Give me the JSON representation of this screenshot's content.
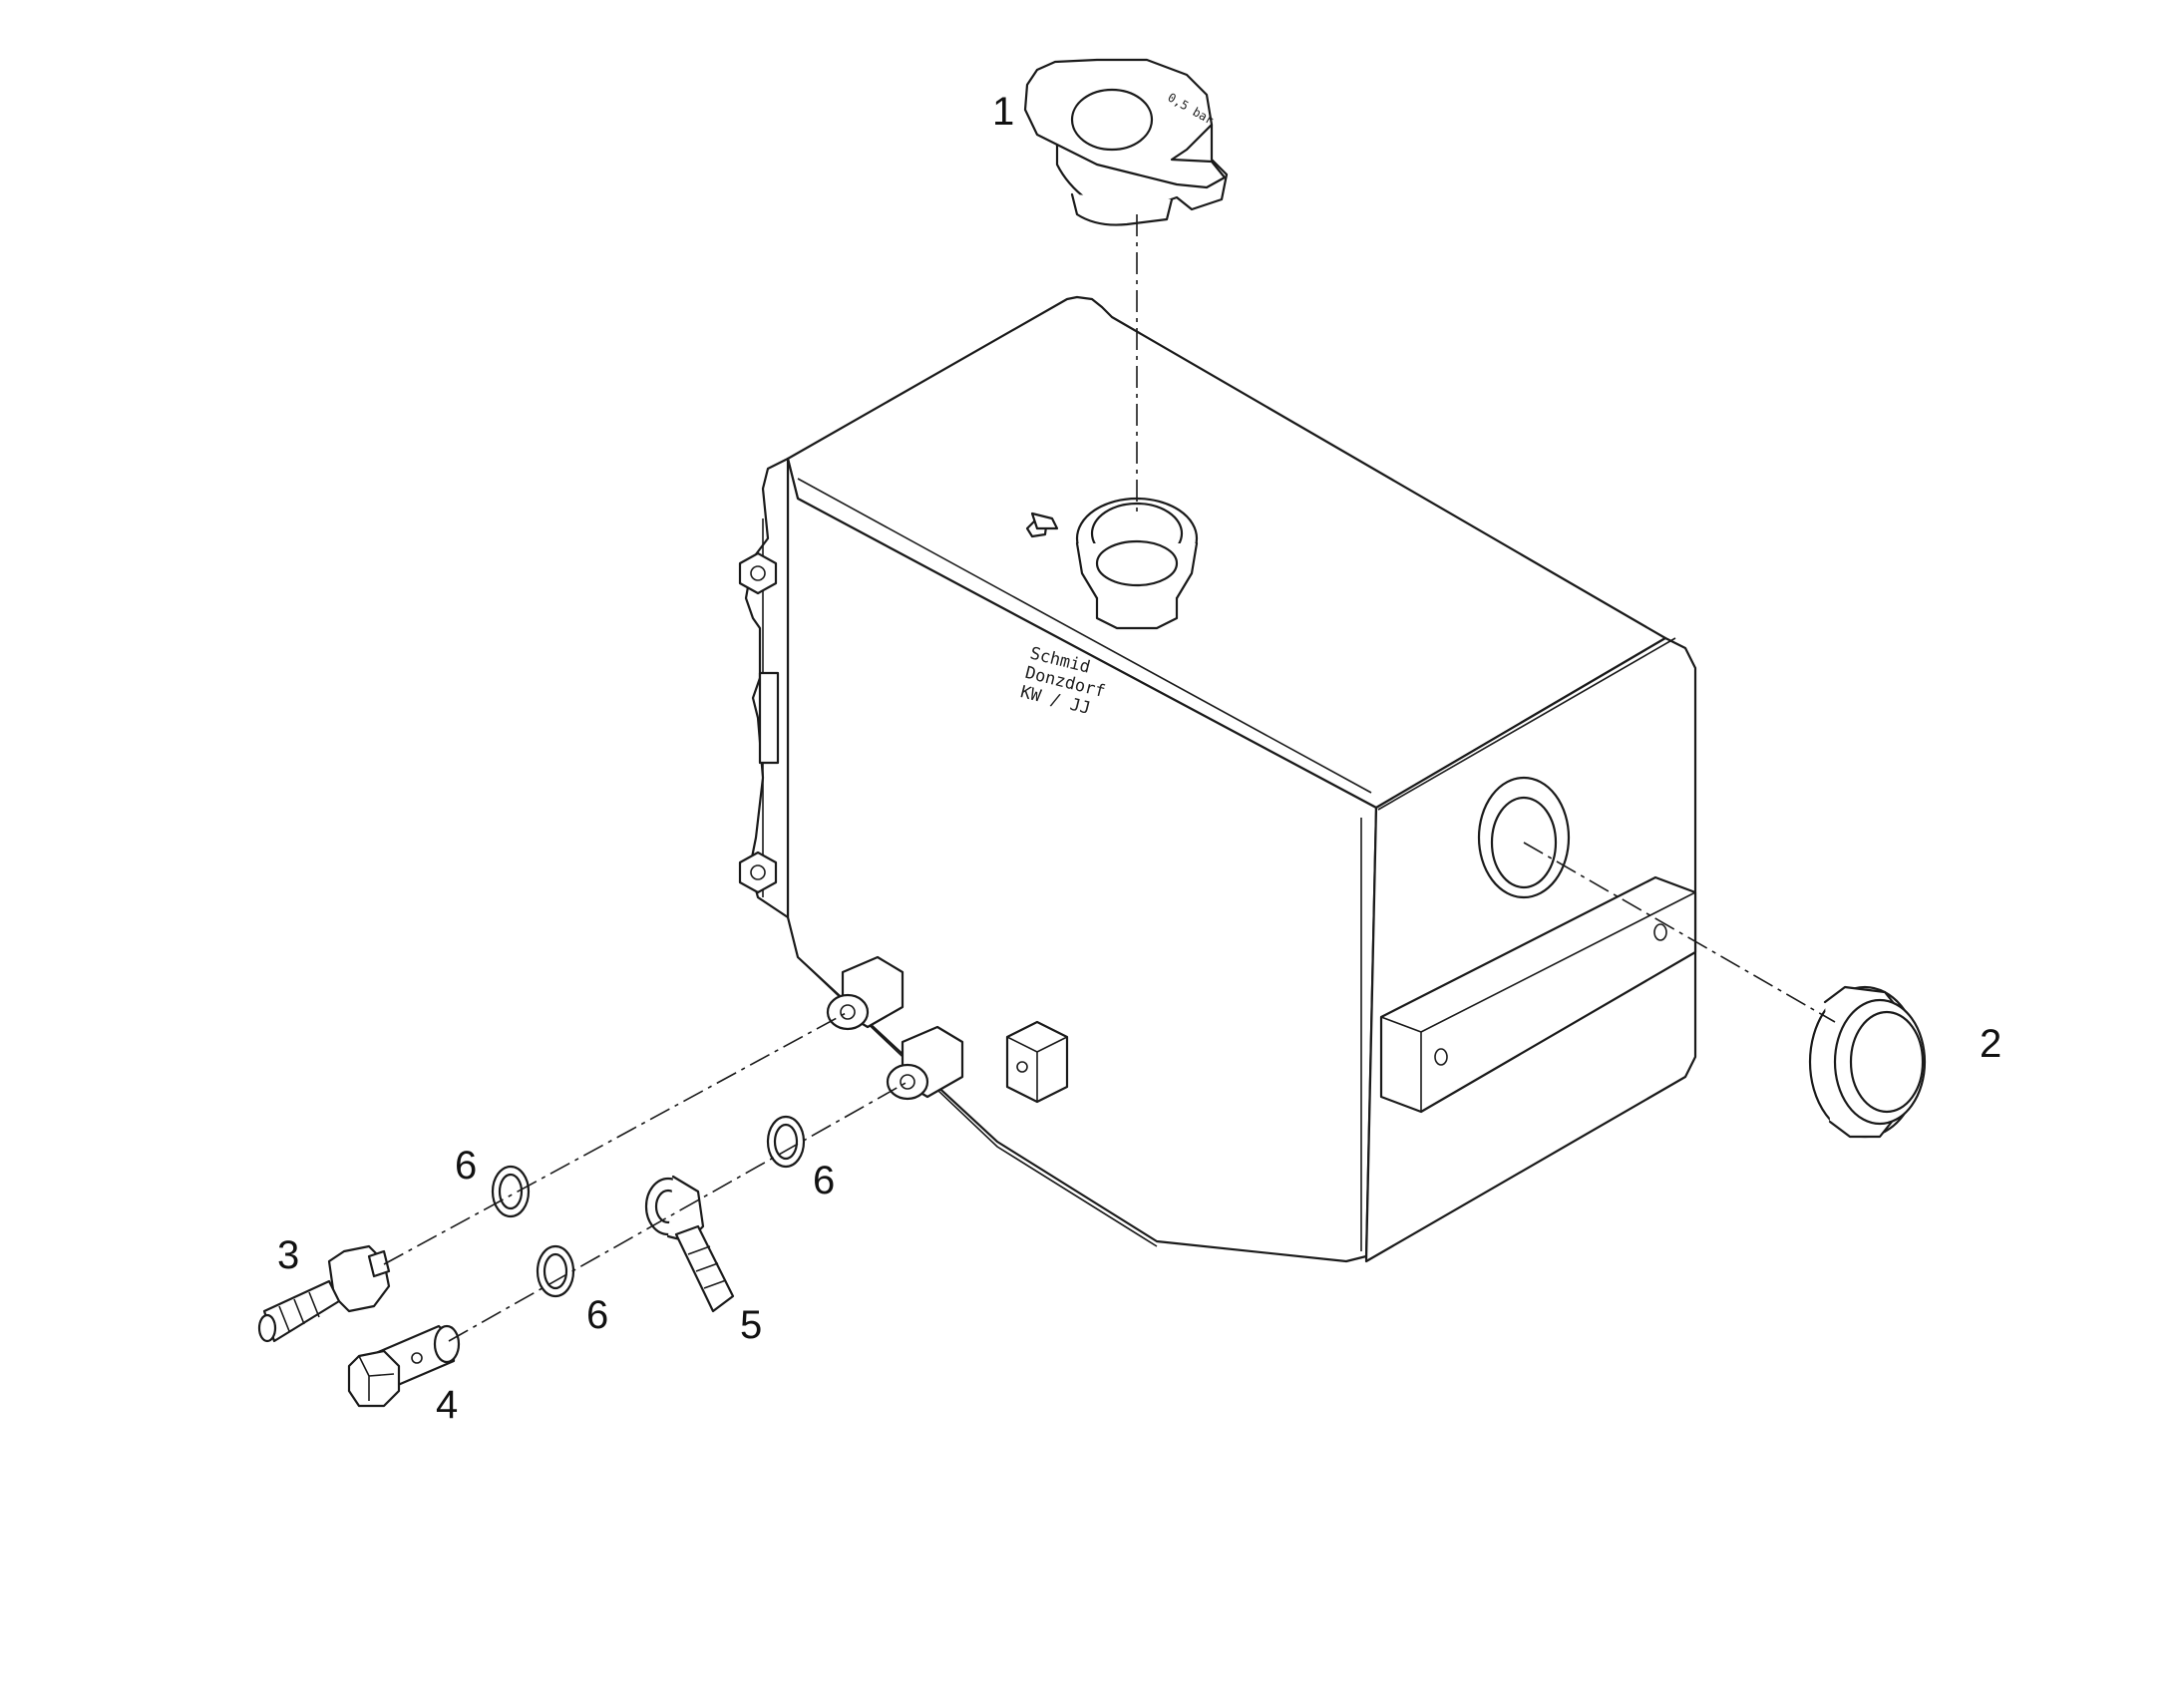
{
  "diagram": {
    "callouts": {
      "c1": "1",
      "c2": "2",
      "c3": "3",
      "c4": "4",
      "c5": "5",
      "c6a": "6",
      "c6b": "6",
      "c6c": "6"
    },
    "tank_stamp": {
      "line1": "Schmid",
      "line2": "Donzdorf",
      "line3": "KW  /  JJ"
    },
    "cap_marking": "0,5 bar"
  }
}
